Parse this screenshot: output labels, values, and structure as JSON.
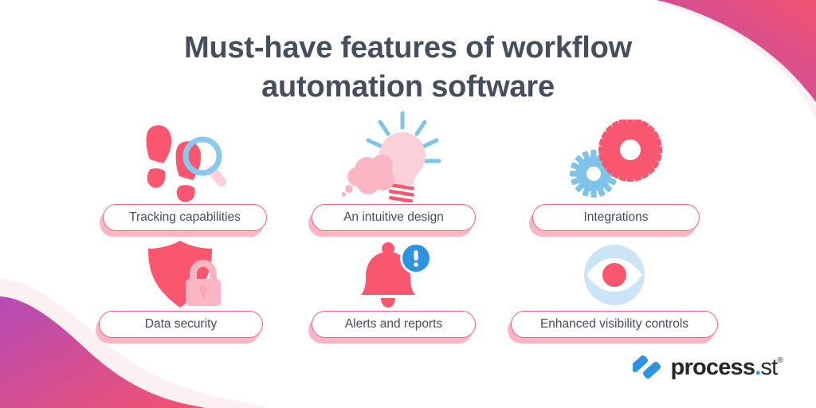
{
  "title": {
    "line1": "Must-have features of workflow",
    "line2": "automation software",
    "color": "#434F5C"
  },
  "features": [
    {
      "label": "Tracking capabilities",
      "icon": "footprints-magnifier-icon"
    },
    {
      "label": "An intuitive design",
      "icon": "lightbulb-idea-icon"
    },
    {
      "label": "Integrations",
      "icon": "gears-icon"
    },
    {
      "label": "Data security",
      "icon": "shield-lock-icon"
    },
    {
      "label": "Alerts and reports",
      "icon": "bell-alert-icon"
    },
    {
      "label": "Enhanced visibility controls",
      "icon": "eye-visibility-icon"
    }
  ],
  "logo": {
    "mark": "process-st-logo-mark",
    "word": "process",
    "dot": ".",
    "suffix": "st",
    "registered": "®"
  },
  "colors": {
    "pink": "#F9576F",
    "pink_light": "#FBB6C4",
    "pink_pale": "#FBD0D8",
    "blue": "#7FC2EA",
    "blue_badge": "#2F92DF",
    "text": "#444E5B",
    "gradient_start": "#B44BB5",
    "gradient_end": "#F2536F",
    "accent_pale": "#FDF0F3"
  }
}
